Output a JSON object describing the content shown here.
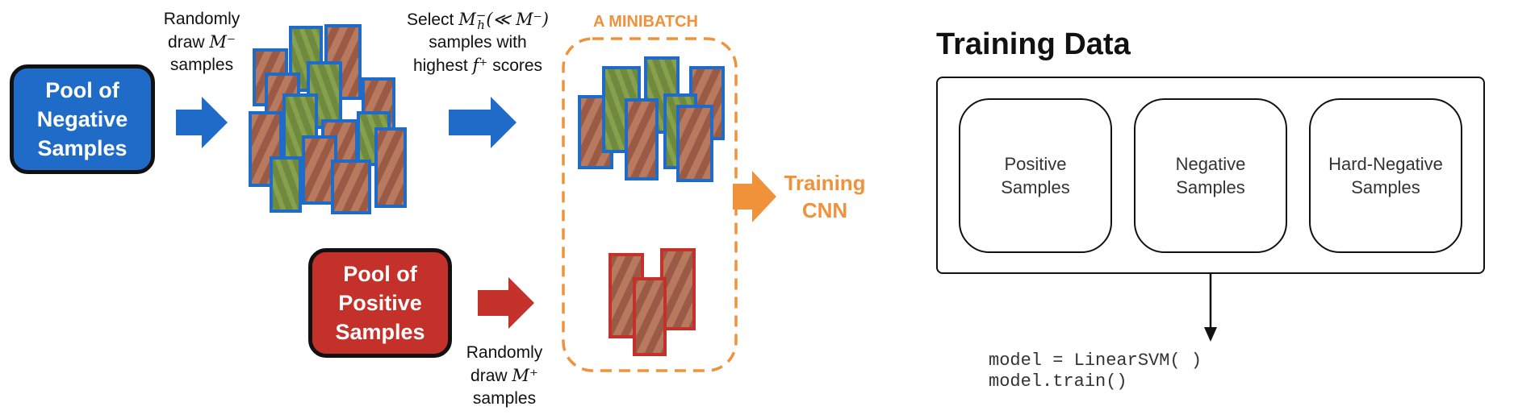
{
  "colors": {
    "blue": "#1f6cc8",
    "red": "#c4312a",
    "orange": "#f0923a",
    "black": "#111111"
  },
  "left_diagram": {
    "negative_pool": {
      "lines": [
        "Pool of",
        "Negative",
        "Samples"
      ]
    },
    "positive_pool": {
      "lines": [
        "Pool of",
        "Positive",
        "Samples"
      ]
    },
    "draw_negative_caption": {
      "line1": "Randomly",
      "line2_prefix": "draw ",
      "line2_math": "M⁻",
      "line3": "samples"
    },
    "select_caption": {
      "line1_prefix": "Select ",
      "line1_math": "M",
      "line1_sup": "−",
      "line1_sub": "h",
      "line1_suffix": "(≪ M⁻)",
      "line2": "samples with",
      "line3_prefix": "highest ",
      "line3_math": "f⁺",
      "line3_suffix": " scores"
    },
    "draw_positive_caption": {
      "line1": "Randomly",
      "line2_prefix": "draw ",
      "line2_math": "M⁺",
      "line3": "samples"
    },
    "minibatch_label": "A MINIBATCH",
    "training_label": [
      "Training",
      "CNN"
    ],
    "thumbnails": {
      "negative_pool_frames": "blue",
      "minibatch_negative_frames": "blue",
      "minibatch_positive_frames": "red"
    }
  },
  "right_diagram": {
    "title": "Training Data",
    "cards": [
      {
        "lines": [
          "Positive",
          "Samples"
        ]
      },
      {
        "lines": [
          "Negative",
          "Samples"
        ]
      },
      {
        "lines": [
          "Hard-Negative",
          "Samples"
        ]
      }
    ],
    "code": [
      "model = LinearSVM( )",
      "model.train()"
    ]
  }
}
